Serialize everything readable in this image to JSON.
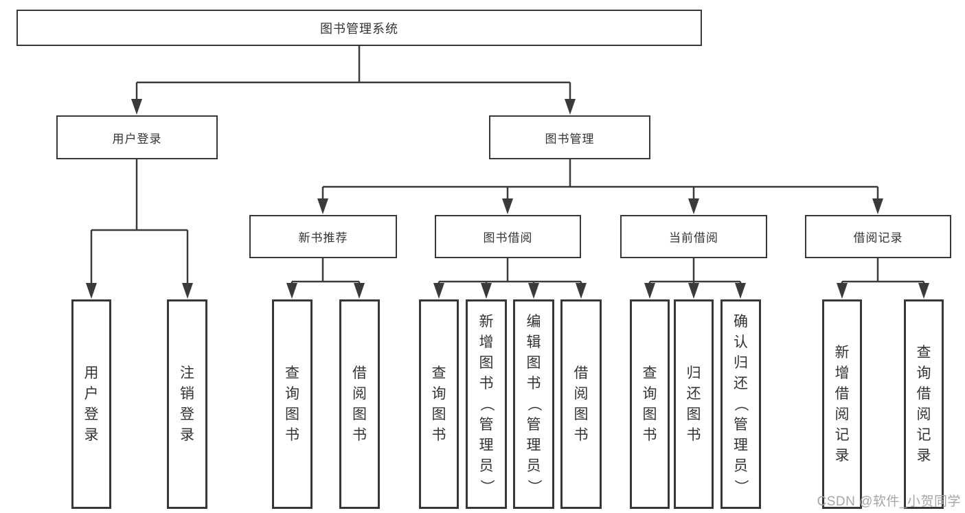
{
  "diagram": {
    "title": "图书管理系统",
    "level2": {
      "user_login": "用户登录",
      "book_management": "图书管理"
    },
    "level3": {
      "new_books": "新书推荐",
      "book_borrowing": "图书借阅",
      "current_borrowing": "当前借阅",
      "borrowing_records": "借阅记录"
    },
    "leaves": {
      "login": [
        "用户登录",
        "注销登录"
      ],
      "new_books": [
        "查询图书",
        "借阅图书"
      ],
      "book_borrowing": [
        "查询图书",
        "新增图书（管理员）",
        "编辑图书（管理员）",
        "借阅图书"
      ],
      "current_borrowing": [
        "查询图书",
        "归还图书",
        "确认归还（管理员）"
      ],
      "borrowing_records": [
        "新增借阅记录",
        "查询借阅记录"
      ]
    },
    "colors": {
      "line": "#3a3a3a",
      "border": "#373737",
      "text": "#333333",
      "background": "#ffffff",
      "watermark": "#a6a6a6"
    },
    "watermark": "CSDN @软件_小贺同学"
  }
}
